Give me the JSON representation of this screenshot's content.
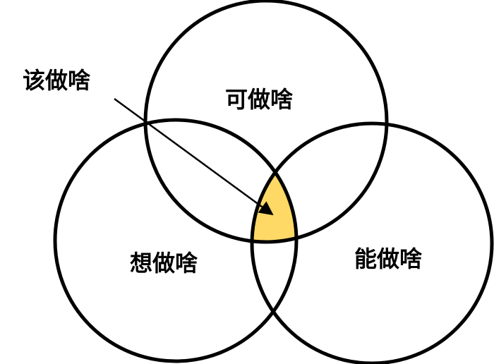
{
  "labels": {
    "top": "可做啥",
    "left": "想做啥",
    "right": "能做啥",
    "pointer": "该做啥"
  },
  "colors": {
    "stroke": "#000000",
    "highlight": "#FFD966",
    "background": "#FFFFFF"
  }
}
